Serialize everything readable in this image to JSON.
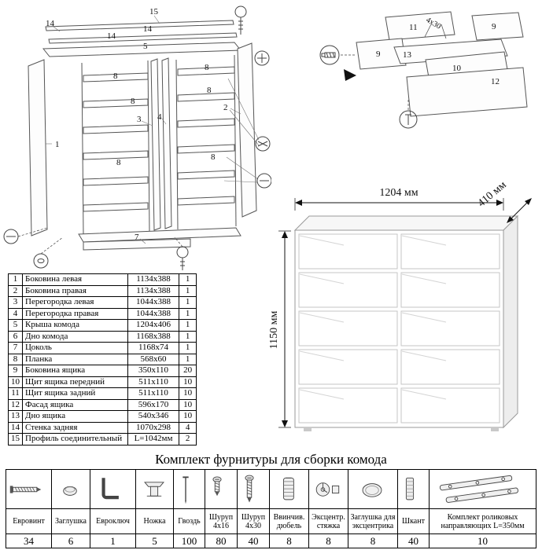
{
  "title": "Комплект фурнитуры для сборки комода",
  "exploded": {
    "l15": "15",
    "l14a": "14",
    "l14b": "14",
    "l14c": "14",
    "l5": "5",
    "l1": "1",
    "l2": "2",
    "l3": "3",
    "l4": "4",
    "l7": "7",
    "l8a": "8",
    "l8b": "8",
    "l8c": "8",
    "l8d": "8",
    "l8e": "8",
    "l8f": "8"
  },
  "drawer_detail": {
    "l9a": "9",
    "l9b": "9",
    "l10": "10",
    "l11": "11",
    "l12": "12",
    "l13": "13",
    "screw_label": "4x30"
  },
  "dimensions": {
    "width": "1204 мм",
    "depth": "410 мм",
    "height": "1150 мм"
  },
  "parts": {
    "rows": [
      {
        "num": "1",
        "name": "Боковина левая",
        "size": "1134x388",
        "qty": "1"
      },
      {
        "num": "2",
        "name": "Боковина правая",
        "size": "1134x388",
        "qty": "1"
      },
      {
        "num": "3",
        "name": "Перегородка левая",
        "size": "1044x388",
        "qty": "1"
      },
      {
        "num": "4",
        "name": "Перегородка правая",
        "size": "1044x388",
        "qty": "1"
      },
      {
        "num": "5",
        "name": "Крыша комода",
        "size": "1204x406",
        "qty": "1"
      },
      {
        "num": "6",
        "name": "Дно комода",
        "size": "1168x388",
        "qty": "1"
      },
      {
        "num": "7",
        "name": "Цоколь",
        "size": "1168x74",
        "qty": "1"
      },
      {
        "num": "8",
        "name": "Планка",
        "size": "568x60",
        "qty": "1"
      },
      {
        "num": "9",
        "name": "Боковина ящика",
        "size": "350x110",
        "qty": "20"
      },
      {
        "num": "10",
        "name": "Щит ящика передний",
        "size": "511x110",
        "qty": "10"
      },
      {
        "num": "11",
        "name": "Щит ящика задний",
        "size": "511x110",
        "qty": "10"
      },
      {
        "num": "12",
        "name": "Фасад ящика",
        "size": "596x170",
        "qty": "10"
      },
      {
        "num": "13",
        "name": "Дно ящика",
        "size": "540x346",
        "qty": "10"
      },
      {
        "num": "14",
        "name": "Стенка задняя",
        "size": "1070x298",
        "qty": "4"
      },
      {
        "num": "15",
        "name": "Профиль соединительный",
        "size": "L=1042мм",
        "qty": "2"
      }
    ]
  },
  "hardware": {
    "items": [
      {
        "name": "Евровинт",
        "qty": "34"
      },
      {
        "name": "Заглушка",
        "qty": "6"
      },
      {
        "name": "Евроключ",
        "qty": "1"
      },
      {
        "name": "Ножка",
        "qty": "5"
      },
      {
        "name": "Гвоздь",
        "qty": "100"
      },
      {
        "name": "Шуруп 4x16",
        "qty": "80"
      },
      {
        "name": "Шуруп 4x30",
        "qty": "40"
      },
      {
        "name": "Ввинчив. дюбель",
        "qty": "8"
      },
      {
        "name": "Эксцентр. стяжка",
        "qty": "8"
      },
      {
        "name": "Заглушка для эксцентрика",
        "qty": "8"
      },
      {
        "name": "Шкант",
        "qty": "40"
      },
      {
        "name": "Комплект роликовых направляющих L=350мм",
        "qty": "10"
      }
    ]
  }
}
